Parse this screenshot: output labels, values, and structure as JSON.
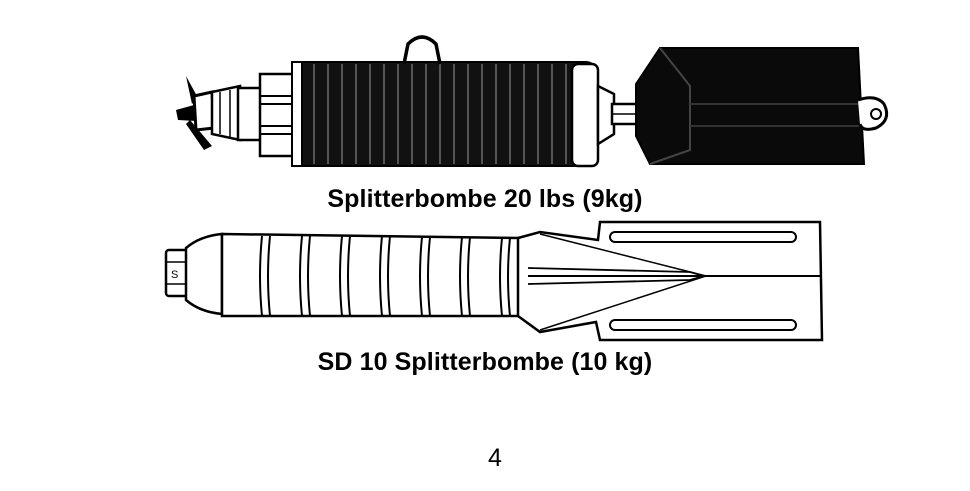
{
  "figures": [
    {
      "caption": "Splitterbombe 20 lbs (9kg)"
    },
    {
      "caption": "SD 10 Splitterbombe (10 kg)"
    }
  ],
  "page_number": "4",
  "colors": {
    "ink": "#000000",
    "paper": "#ffffff"
  }
}
